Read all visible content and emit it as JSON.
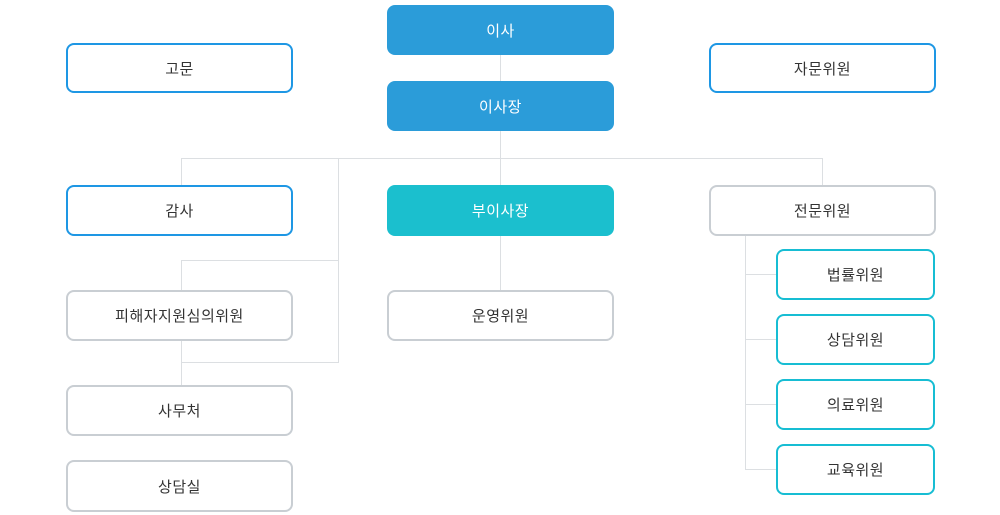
{
  "diagram": {
    "name": "organization-chart",
    "nodes": {
      "director": {
        "label": "이사"
      },
      "chairman": {
        "label": "이사장"
      },
      "advisor": {
        "label": "고문"
      },
      "advisory": {
        "label": "자문위원"
      },
      "auditor": {
        "label": "감사"
      },
      "vice_chairman": {
        "label": "부이사장"
      },
      "expert": {
        "label": "전문위원"
      },
      "victim_support": {
        "label": "피해자지원심의위원"
      },
      "steering": {
        "label": "운영위원"
      },
      "secretariat": {
        "label": "사무처"
      },
      "counsel_room": {
        "label": "상담실"
      },
      "legal": {
        "label": "법률위원"
      },
      "counseling": {
        "label": "상담위원"
      },
      "medical": {
        "label": "의료위원"
      },
      "education": {
        "label": "교육위원"
      }
    },
    "colors": {
      "primary_fill": "#2b9cd9",
      "accent_fill": "#1bbfce",
      "blue_border": "#1e97e4",
      "teal_border": "#17bdd3",
      "gray_border": "#c9ced3",
      "connector": "#dcdfe2",
      "text_dark": "#333333",
      "text_light": "#ffffff"
    }
  }
}
